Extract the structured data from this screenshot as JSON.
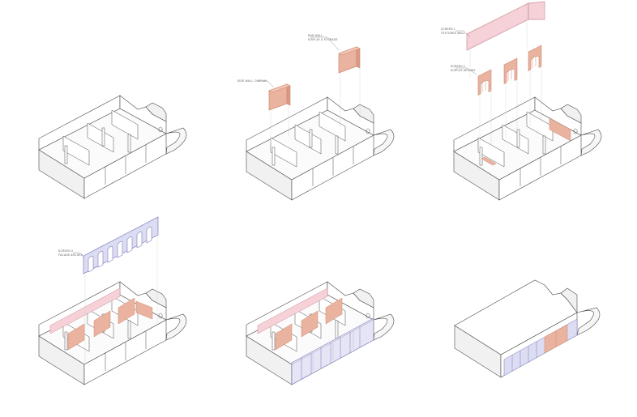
{
  "annotations": {
    "side_wall_display": "SIDE WALL: DISPLAY",
    "end_wall_line1": "END WALL:",
    "end_wall_line2": "DISPLAY & STORAGE",
    "screen1_line1": "SCREEN 1",
    "screen1_line2": "TEXTURED WALL",
    "screen2_line1": "SCREEN 2",
    "screen2_line2": "DISPLAY ARCHES",
    "screen3_line1": "SCREEN 3",
    "screen3_line2": "FACADE ARCHES"
  },
  "colors": {
    "model_fill": "#ffffff",
    "model_side": "#f1f1f1",
    "model_stroke": "#4a4a4a",
    "copper": "#e9b3a0",
    "copper_dark": "#cf8a72",
    "pink": "#f6d2d8",
    "pink_stroke": "#c98d98",
    "lilac": "#dcdcf3",
    "lilac_stroke": "#7d7dbd"
  }
}
